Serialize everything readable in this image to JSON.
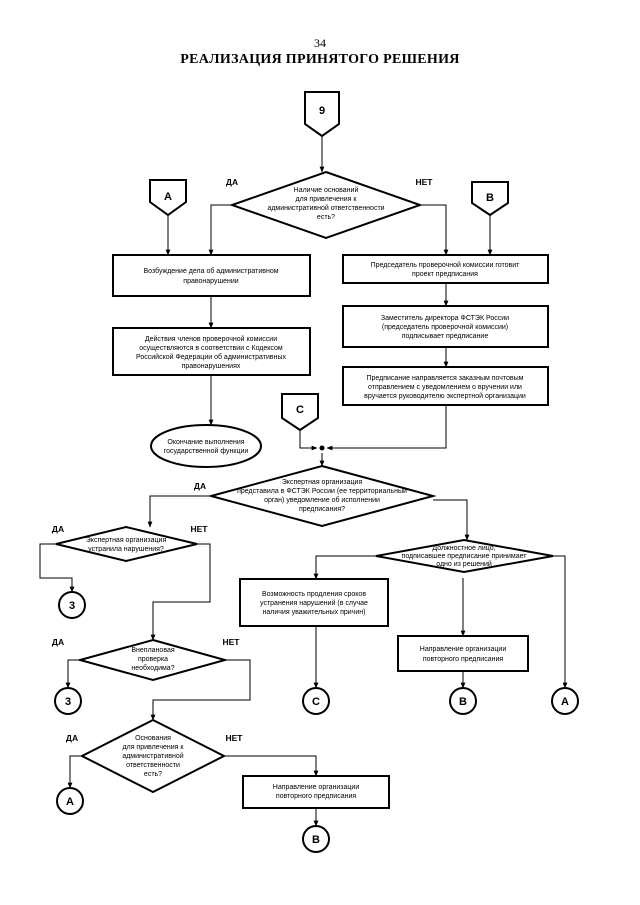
{
  "page": {
    "number": "34",
    "title": "РЕАЛИЗАЦИЯ ПРИНЯТОГО РЕШЕНИЯ"
  },
  "connectors": {
    "start": "9",
    "offpage_a": "А",
    "offpage_b": "В",
    "offpage_c": "С",
    "end_3_first": "3",
    "end_3_second": "3",
    "end_a_bottom": "А",
    "end_a_right": "А",
    "end_b_bottom": "В",
    "end_b_mid": "В",
    "end_c": "С"
  },
  "branch_labels": {
    "d1_yes": "ДА",
    "d1_no": "НЕТ",
    "d2_yes": "ДА",
    "d3_yes": "ДА",
    "d3_no": "НЕТ",
    "d4_yes": "ДА",
    "d4_no": "НЕТ",
    "d5_yes": "ДА",
    "d5_no": "НЕТ"
  },
  "nodes": {
    "d1": [
      "Наличие оснований",
      "для привлечения к",
      "административной ответственности",
      "есть?"
    ],
    "box_initiate_case": [
      "Возбуждение дела об административном",
      "правонарушении"
    ],
    "box_actions": [
      "Действия членов проверочной комиссии",
      "осуществляются в соответствии с Кодексом",
      "Российской Федерации об административных",
      "правонарушениях"
    ],
    "end_function": [
      "Окончание выполнения",
      "государственной функции"
    ],
    "box_chairman": [
      "Председатель проверочной комиссии готовит",
      "проект предписания"
    ],
    "box_deputy": [
      "Заместитель директора ФСТЭК России",
      "(председатель проверочной комиссии)",
      "подписывает предписание"
    ],
    "box_mail": [
      "Предписание направляется заказным почтовым",
      "отправлением с уведомлением о вручении или",
      "вручается руководителю экспертной организации"
    ],
    "d2": [
      "Экспертная организация",
      "представила в ФСТЭК России (ее территориальный",
      "орган) уведомление об исполнении",
      "предписания?"
    ],
    "d3": [
      "Экспертная организация",
      "устранила нарушения?"
    ],
    "d_official": [
      "Должностное лицо,",
      "подписавшее предписание  принимает",
      "одно из решений"
    ],
    "box_extension": [
      "Возможность продления сроков",
      "устранения нарушений (в случае",
      "наличия уважительных причин)"
    ],
    "box_repeat_right": [
      "Направление организации",
      "повторного предписания"
    ],
    "d4": [
      "Внеплановая",
      "проверка",
      "необходима?"
    ],
    "d5": [
      "Основания",
      "для привлечения к",
      "административной",
      "ответственности",
      "есть?"
    ],
    "box_repeat_bottom": [
      "Направление организации",
      "повторного предписания"
    ]
  }
}
